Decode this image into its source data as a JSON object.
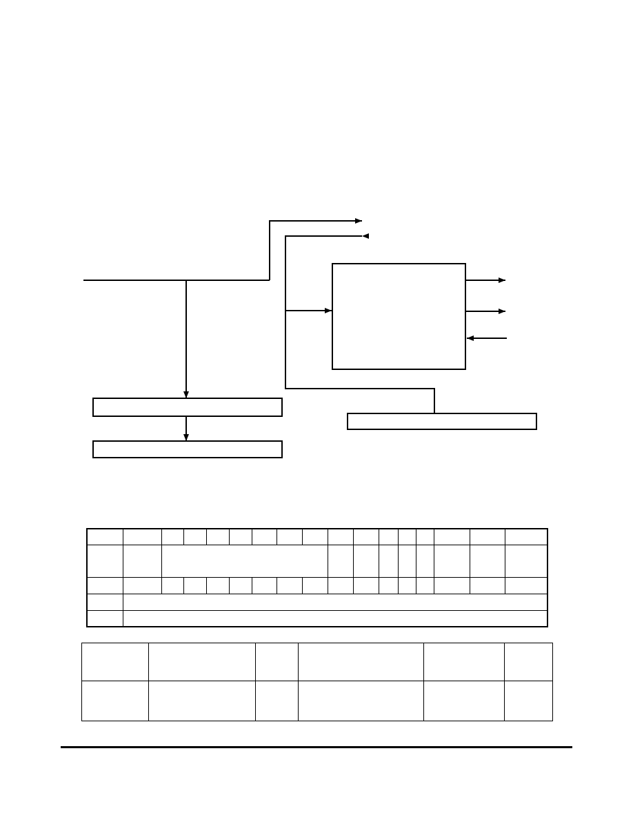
{
  "diagram": {
    "blocks": [
      {
        "id": "center-block",
        "label": ""
      },
      {
        "id": "upper-left-bar",
        "label": ""
      },
      {
        "id": "lower-left-bar",
        "label": ""
      },
      {
        "id": "right-bar",
        "label": ""
      }
    ],
    "colors": {
      "stroke": "#000000",
      "background": "#ffffff"
    }
  },
  "register_table": {
    "header_cells": [
      "",
      "",
      "",
      "",
      "",
      "",
      "",
      "",
      "",
      "",
      "",
      "",
      "",
      "",
      "",
      ""
    ],
    "body_cells": [
      "",
      "",
      "",
      "",
      "",
      "",
      "",
      "",
      "",
      ""
    ],
    "reset_cells": [
      "",
      "",
      "",
      "",
      "",
      "",
      "",
      "",
      "",
      "",
      "",
      "",
      "",
      "",
      "",
      ""
    ],
    "wide_rows": [
      {
        "label": "",
        "value": ""
      },
      {
        "label": "",
        "value": ""
      }
    ]
  },
  "summary_table": {
    "headers": [
      "",
      "",
      "",
      "",
      "",
      ""
    ],
    "row": [
      "",
      "",
      "",
      "",
      "",
      ""
    ]
  }
}
